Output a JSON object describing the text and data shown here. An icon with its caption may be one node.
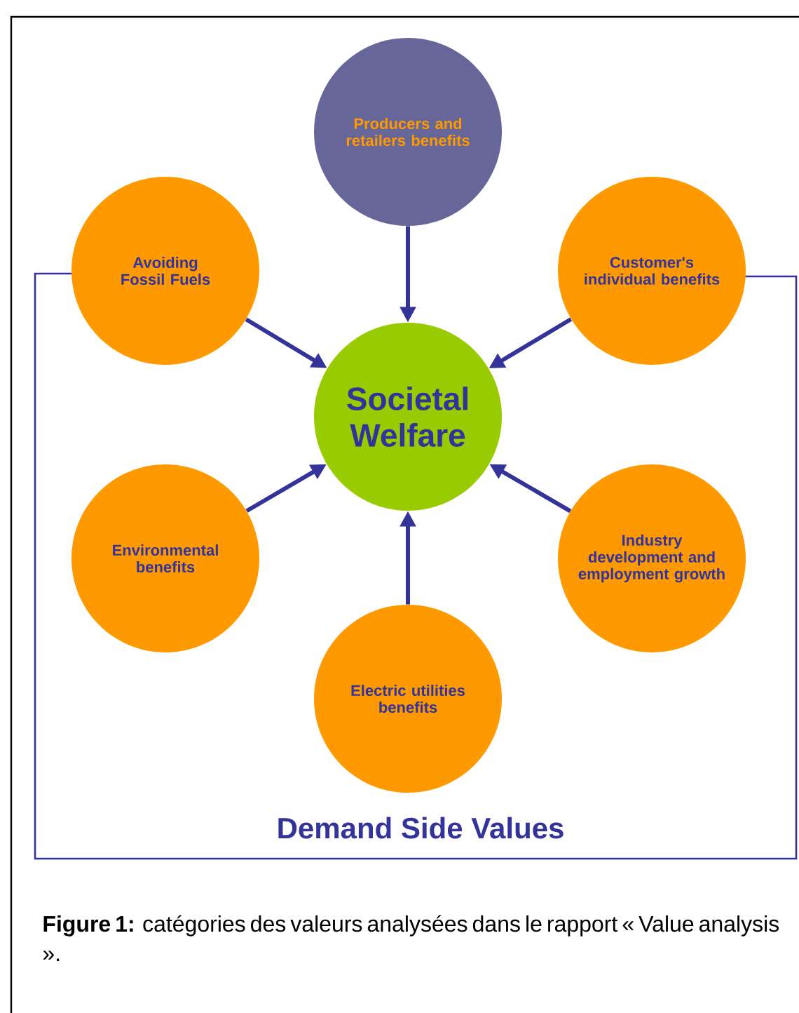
{
  "diagram": {
    "caption": "**Figure 1:** catégories des valeurs analysées dans le rapport « Value analysis ».",
    "nodes": [
      {
        "text": [
          "Producers and retailers benefits"
        ]
      },
      {
        "text": [
          "Avoiding Fossil Fuels"
        ]
      },
      {
        "text": [
          "Customer's individual benefits"
        ]
      },
      {
        "text": [
          "Societal Welfare"
        ]
      },
      {
        "text": [
          "Environmental benefits"
        ]
      },
      {
        "text": [
          "Industry development and employment growth"
        ]
      },
      {
        "text": [
          "Electric utilities benefits"
        ]
      }
    ],
    "edges": [
      {
        "from": 0,
        "to": 3,
        "arrow": "to"
      },
      {
        "from": 1,
        "to": 3,
        "arrow": "to"
      },
      {
        "from": 2,
        "to": 3,
        "arrow": "to"
      },
      {
        "from": 4,
        "to": 3,
        "arrow": "to"
      },
      {
        "from": 5,
        "to": 3,
        "arrow": "to"
      },
      {
        "from": 6,
        "to": 3,
        "arrow": "to"
      }
    ],
    "labels": [
      "Demand Side Values"
    ]
  }
}
